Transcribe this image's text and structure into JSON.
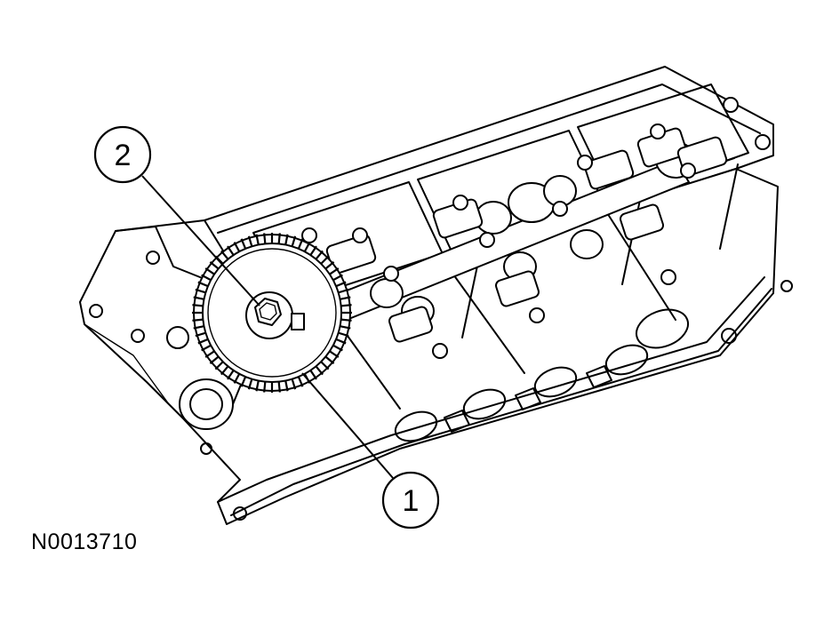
{
  "figure": {
    "id_label": "N0013710",
    "callouts": [
      {
        "number": "1",
        "name": "camshaft-gear"
      },
      {
        "number": "2",
        "name": "gear-bolt"
      }
    ]
  }
}
